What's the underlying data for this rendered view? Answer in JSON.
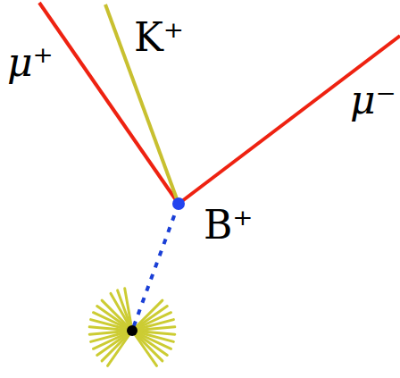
{
  "diagram": {
    "labels": [
      "μ⁺",
      "K⁺",
      "μ⁻",
      "B⁺"
    ]
  }
}
